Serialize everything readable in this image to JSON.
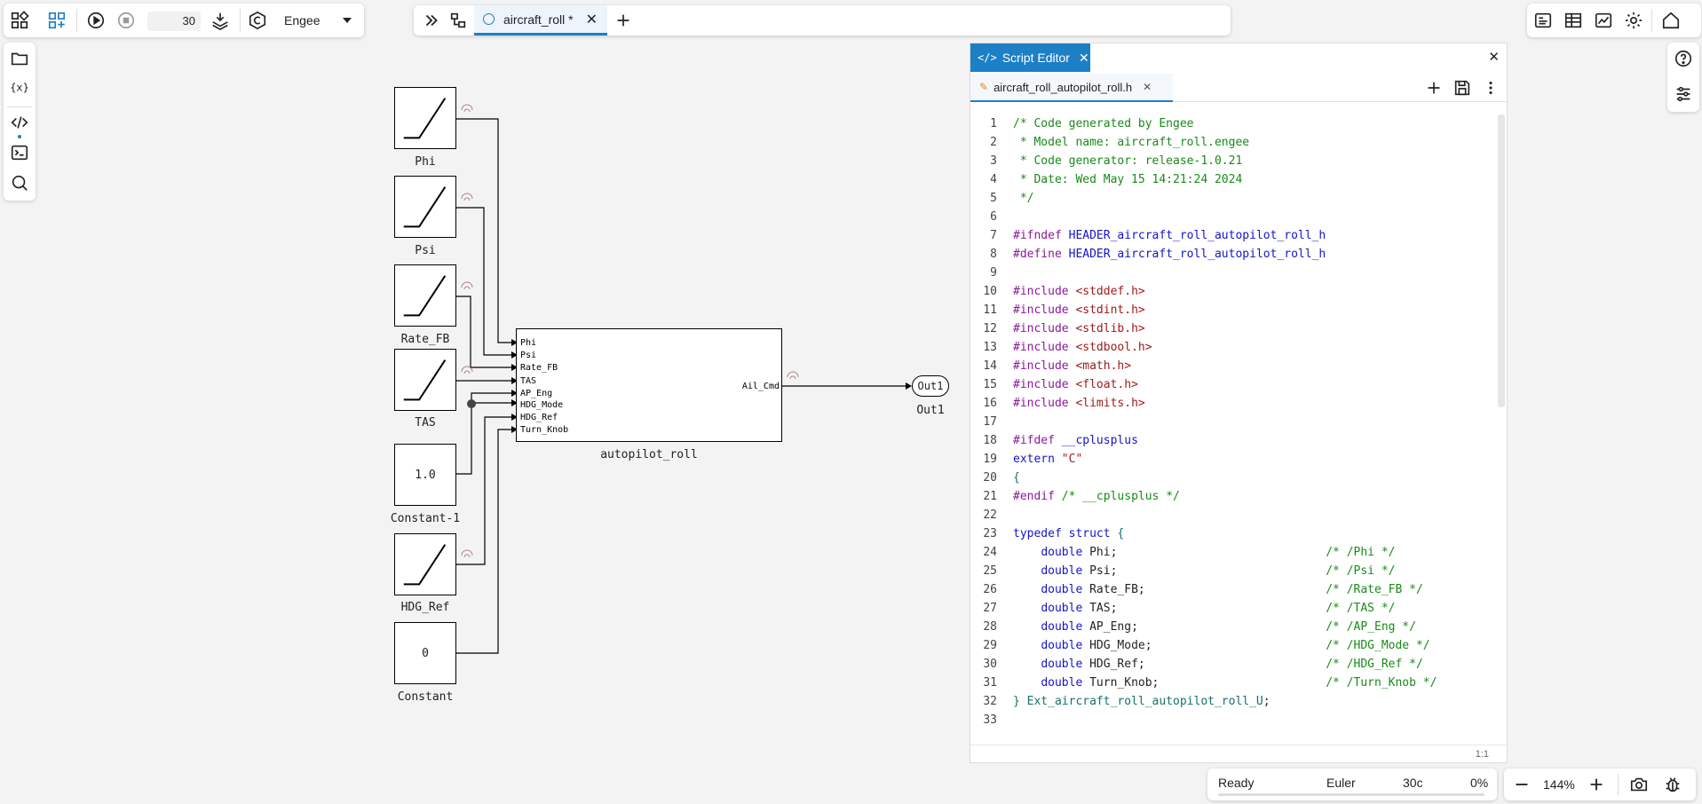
{
  "toolbar": {
    "step_count": "30",
    "engine_select": "Engee"
  },
  "tabs": [
    {
      "label": "aircraft_roll *",
      "active": true
    }
  ],
  "model": {
    "sources": [
      {
        "label": "Phi",
        "kind": "ramp"
      },
      {
        "label": "Psi",
        "kind": "ramp"
      },
      {
        "label": "Rate_FB",
        "kind": "ramp"
      },
      {
        "label": "TAS",
        "kind": "ramp"
      },
      {
        "label": "Constant-1",
        "kind": "constant",
        "value": "1.0"
      },
      {
        "label": "HDG_Ref",
        "kind": "ramp"
      },
      {
        "label": "Constant",
        "kind": "constant",
        "value": "0"
      }
    ],
    "subsystem": {
      "label": "autopilot_roll",
      "inputs": [
        "Phi",
        "Psi",
        "Rate_FB",
        "TAS",
        "AP_Eng",
        "HDG_Mode",
        "HDG_Ref",
        "Turn_Knob"
      ],
      "output": "Ail_Cmd"
    },
    "outport": {
      "inner": "Out1",
      "label": "Out1"
    }
  },
  "editor": {
    "title": "Script Editor",
    "file_tab": "aircraft_roll_autopilot_roll.h",
    "cursor_pos": "1:1",
    "lines": [
      [
        [
          "c",
          "/* Code generated by Engee"
        ]
      ],
      [
        [
          "c",
          " * Model name: aircraft_roll.engee"
        ]
      ],
      [
        [
          "c",
          " * Code generator: release-1.0.21"
        ]
      ],
      [
        [
          "c",
          " * Date: Wed May 15 14:21:24 2024"
        ]
      ],
      [
        [
          "c",
          " */"
        ]
      ],
      [],
      [
        [
          "p",
          "#ifndef "
        ],
        [
          "k",
          "HEADER_aircraft_roll_autopilot_roll_h"
        ]
      ],
      [
        [
          "p",
          "#define "
        ],
        [
          "k",
          "HEADER_aircraft_roll_autopilot_roll_h"
        ]
      ],
      [],
      [
        [
          "p",
          "#include "
        ],
        [
          "s",
          "<stddef.h>"
        ]
      ],
      [
        [
          "p",
          "#include "
        ],
        [
          "s",
          "<stdint.h>"
        ]
      ],
      [
        [
          "p",
          "#include "
        ],
        [
          "s",
          "<stdlib.h>"
        ]
      ],
      [
        [
          "p",
          "#include "
        ],
        [
          "s",
          "<stdbool.h>"
        ]
      ],
      [
        [
          "p",
          "#include "
        ],
        [
          "s",
          "<math.h>"
        ]
      ],
      [
        [
          "p",
          "#include "
        ],
        [
          "s",
          "<float.h>"
        ]
      ],
      [
        [
          "p",
          "#include "
        ],
        [
          "s",
          "<limits.h>"
        ]
      ],
      [],
      [
        [
          "p",
          "#ifdef "
        ],
        [
          "k",
          "__cplusplus"
        ]
      ],
      [
        [
          "k",
          "extern "
        ],
        [
          "s",
          "\"C\""
        ]
      ],
      [
        [
          "t",
          "{"
        ]
      ],
      [
        [
          "p",
          "#endif "
        ],
        [
          "c",
          "/* __cplusplus */"
        ]
      ],
      [],
      [
        [
          "k",
          "typedef struct "
        ],
        [
          "t",
          "{"
        ]
      ],
      [
        [
          "n",
          "    "
        ],
        [
          "k",
          "double "
        ],
        [
          "n",
          "Phi;                              "
        ],
        [
          "c",
          "/* /Phi */"
        ]
      ],
      [
        [
          "n",
          "    "
        ],
        [
          "k",
          "double "
        ],
        [
          "n",
          "Psi;                              "
        ],
        [
          "c",
          "/* /Psi */"
        ]
      ],
      [
        [
          "n",
          "    "
        ],
        [
          "k",
          "double "
        ],
        [
          "n",
          "Rate_FB;                          "
        ],
        [
          "c",
          "/* /Rate_FB */"
        ]
      ],
      [
        [
          "n",
          "    "
        ],
        [
          "k",
          "double "
        ],
        [
          "n",
          "TAS;                              "
        ],
        [
          "c",
          "/* /TAS */"
        ]
      ],
      [
        [
          "n",
          "    "
        ],
        [
          "k",
          "double "
        ],
        [
          "n",
          "AP_Eng;                           "
        ],
        [
          "c",
          "/* /AP_Eng */"
        ]
      ],
      [
        [
          "n",
          "    "
        ],
        [
          "k",
          "double "
        ],
        [
          "n",
          "HDG_Mode;                         "
        ],
        [
          "c",
          "/* /HDG_Mode */"
        ]
      ],
      [
        [
          "n",
          "    "
        ],
        [
          "k",
          "double "
        ],
        [
          "n",
          "HDG_Ref;                          "
        ],
        [
          "c",
          "/* /HDG_Ref */"
        ]
      ],
      [
        [
          "n",
          "    "
        ],
        [
          "k",
          "double "
        ],
        [
          "n",
          "Turn_Knob;                        "
        ],
        [
          "c",
          "/* /Turn_Knob */"
        ]
      ],
      [
        [
          "t",
          "} Ext_aircraft_roll_autopilot_roll_U"
        ],
        [
          "n",
          ";"
        ]
      ],
      []
    ]
  },
  "status": {
    "state": "Ready",
    "solver": "Euler",
    "time": "30c",
    "progress": "0%",
    "progress_value": 0
  },
  "zoom": {
    "level": "144%"
  },
  "colors": {
    "accent": "#1d7fc6"
  }
}
